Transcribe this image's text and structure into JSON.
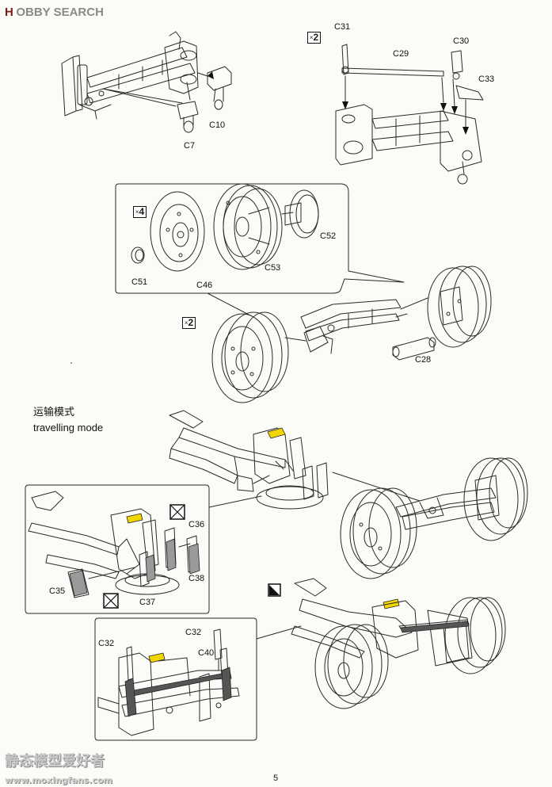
{
  "watermark_top": {
    "logo_h": "H",
    "text": "OBBY SEARCH"
  },
  "watermark_bottom": {
    "site_cn": "静态模型爱好者",
    "url": "www.moxingfans.com"
  },
  "step1": {
    "labels": {
      "c7": "C7",
      "c10": "C10"
    }
  },
  "step2": {
    "multiplier": "2",
    "labels": {
      "c31": "C31",
      "c29": "C29",
      "c30": "C30",
      "c33": "C33"
    }
  },
  "step3_wheel": {
    "inset_multiplier": "4",
    "labels": {
      "c51": "C51",
      "c46": "C46",
      "c53": "C53",
      "c52": "C52"
    },
    "assembly_multiplier": "2",
    "c28": "C28"
  },
  "travelling_mode": {
    "title_cn": "运输模式",
    "title_en": "travelling mode",
    "labels": {
      "c36": "C36",
      "c38": "C38",
      "c35": "C35",
      "c37": "C37"
    }
  },
  "step_final": {
    "labels": {
      "c32a": "C32",
      "c32b": "C32",
      "c40": "C40"
    }
  },
  "page_number": "5",
  "colors": {
    "line": "#2a2a2a",
    "highlight": "#f2d600",
    "panel": "#dcdcdc"
  },
  "icons": [
    "cross-box-icon",
    "half-triangle-box-icon"
  ]
}
